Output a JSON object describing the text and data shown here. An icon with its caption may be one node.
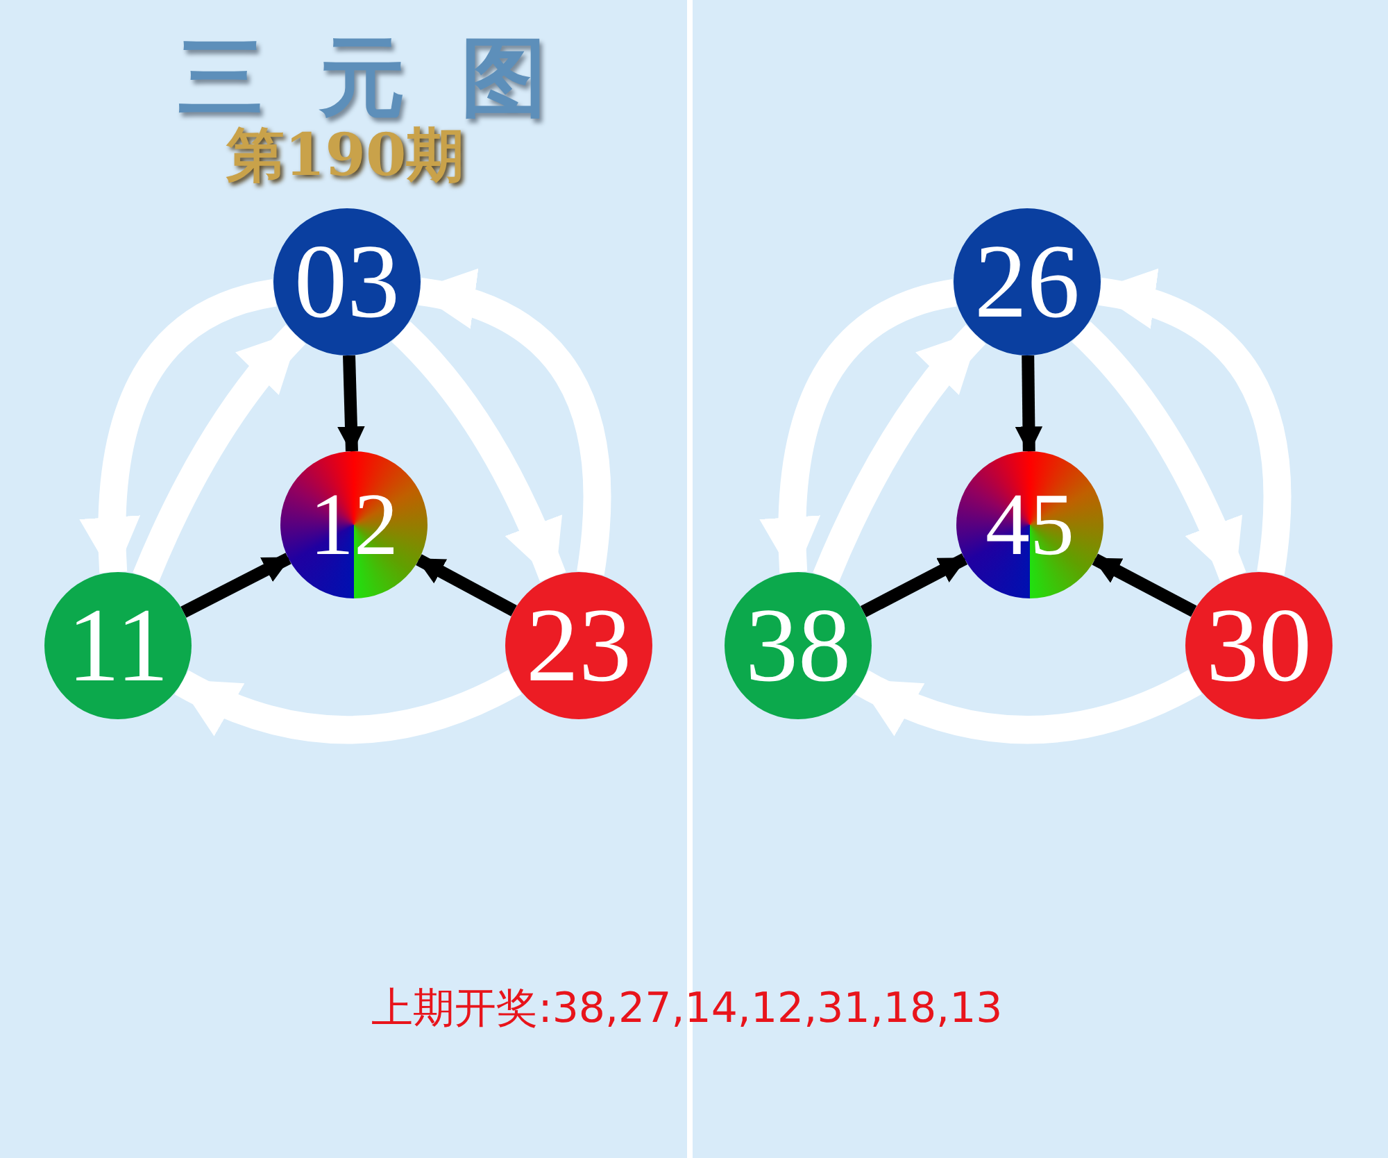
{
  "diagram": {
    "title": "三元图",
    "nodes": [
      {
        "text": [
          "03"
        ]
      },
      {
        "text": [
          "12"
        ]
      },
      {
        "text": [
          "11"
        ]
      },
      {
        "text": [
          "23"
        ]
      },
      {
        "text": [
          "26"
        ]
      },
      {
        "text": [
          "45"
        ]
      },
      {
        "text": [
          "38"
        ]
      },
      {
        "text": [
          "30"
        ]
      }
    ],
    "edges": [
      {
        "from": 0,
        "to": 2,
        "arrow": "to"
      },
      {
        "from": 2,
        "to": 0,
        "arrow": "to"
      },
      {
        "from": 0,
        "to": 3,
        "arrow": "to"
      },
      {
        "from": 3,
        "to": 0,
        "arrow": "to"
      },
      {
        "from": 3,
        "to": 2,
        "arrow": "to"
      },
      {
        "from": 0,
        "to": 1,
        "arrow": "to",
        "color": "#000000"
      },
      {
        "from": 2,
        "to": 1,
        "arrow": "to",
        "color": "#000000"
      },
      {
        "from": 3,
        "to": 1,
        "arrow": "to",
        "color": "#000000"
      },
      {
        "from": 4,
        "to": 6,
        "arrow": "to"
      },
      {
        "from": 6,
        "to": 4,
        "arrow": "to"
      },
      {
        "from": 4,
        "to": 7,
        "arrow": "to"
      },
      {
        "from": 7,
        "to": 4,
        "arrow": "to"
      },
      {
        "from": 7,
        "to": 6,
        "arrow": "to"
      },
      {
        "from": 4,
        "to": 5,
        "arrow": "to",
        "color": "#000000"
      },
      {
        "from": 6,
        "to": 5,
        "arrow": "to",
        "color": "#000000"
      },
      {
        "from": 7,
        "to": 5,
        "arrow": "to",
        "color": "#000000"
      }
    ],
    "labels": [
      "第190期",
      "上期开奖:38,27,14,12,31,18,13"
    ]
  }
}
